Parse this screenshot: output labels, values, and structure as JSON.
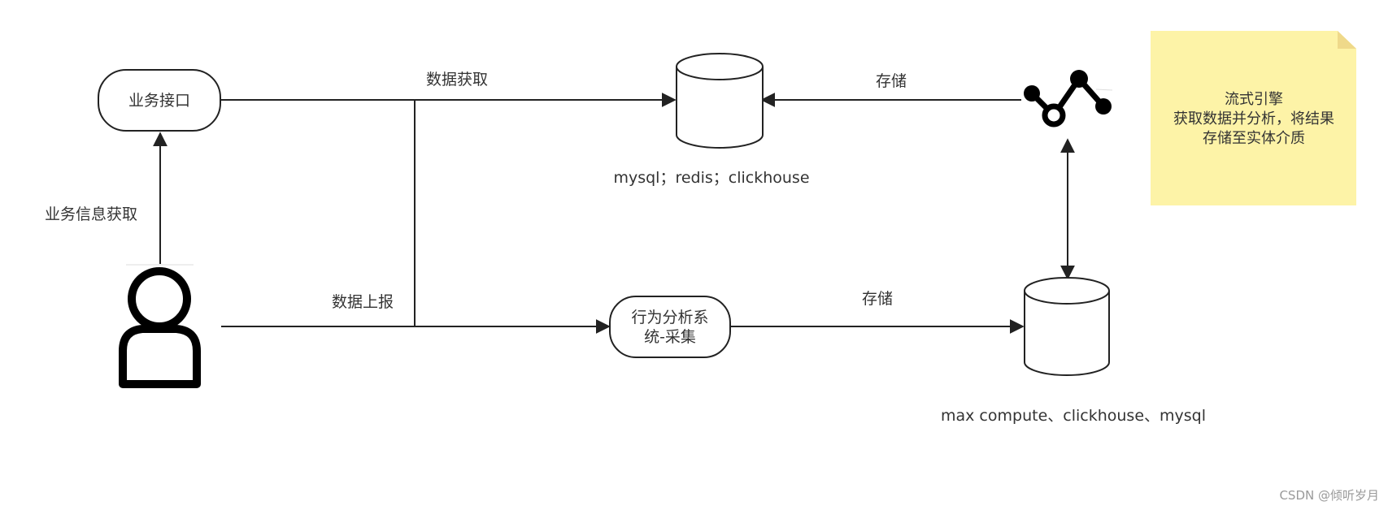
{
  "nodes": {
    "business_api": "业务接口",
    "behavior_system_line1": "行为分析系",
    "behavior_system_line2": "统-采集",
    "db_top_caption": "mysql；redis；clickhouse",
    "db_bottom_caption": "max compute、clickhouse、mysql"
  },
  "edges": {
    "user_to_api": "业务信息获取",
    "api_to_db": "数据获取",
    "engine_to_db": "存储",
    "user_report": "数据上报",
    "system_to_db": "存储"
  },
  "note": {
    "line1": "流式引擎",
    "line2": "获取数据并分析，将结果",
    "line3": "存储至实体介质",
    "color": "#fdf3a7"
  },
  "icons": {
    "user": "user-icon",
    "stream_engine": "stream-engine-icon"
  },
  "watermark": "CSDN @倾听岁月"
}
